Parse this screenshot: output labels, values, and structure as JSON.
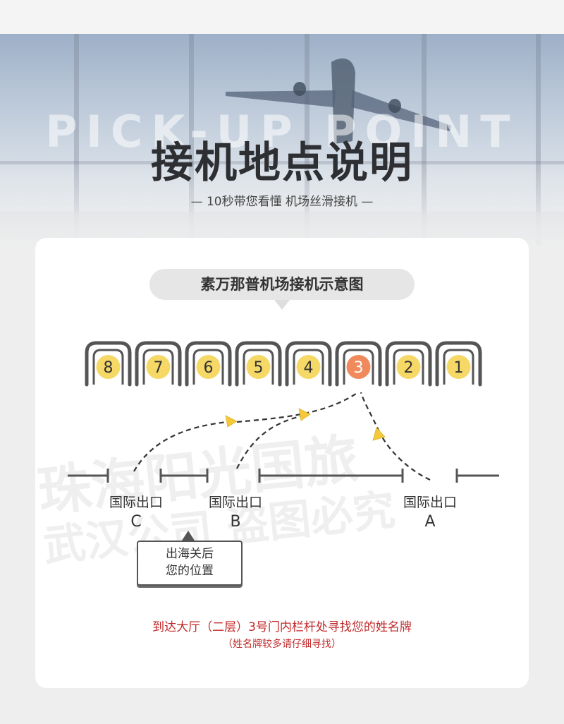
{
  "header": {
    "watermark_title": "PICK-UP POINT",
    "title": "接机地点说明",
    "subtitle": "— 10秒带您看懂 机场丝滑接机 —"
  },
  "map": {
    "title": "素万那普机场接机示意图",
    "gates": [
      {
        "label": "8",
        "highlight": false
      },
      {
        "label": "7",
        "highlight": false
      },
      {
        "label": "6",
        "highlight": false
      },
      {
        "label": "5",
        "highlight": false
      },
      {
        "label": "4",
        "highlight": false
      },
      {
        "label": "3",
        "highlight": true
      },
      {
        "label": "2",
        "highlight": false
      },
      {
        "label": "1",
        "highlight": false
      }
    ],
    "exits": [
      {
        "label": "国际出口",
        "letter": "C"
      },
      {
        "label": "国际出口",
        "letter": "B"
      },
      {
        "label": "国际出口",
        "letter": "A"
      }
    ],
    "callout": {
      "line1": "出海关后",
      "line2": "您的位置"
    },
    "watermark": {
      "line1": "珠海阳光国旅",
      "line2": "武汉公司 盗图必究"
    }
  },
  "note": {
    "main": "到达大厅（二层）3号门内栏杆处寻找您的姓名牌",
    "sub": "（姓名牌较多请仔细寻找）"
  },
  "colors": {
    "gate_badge": "#f6d867",
    "gate_badge_active": "#f08a5d",
    "arrow": "#f3c93a",
    "note_red": "#c12a2a"
  }
}
